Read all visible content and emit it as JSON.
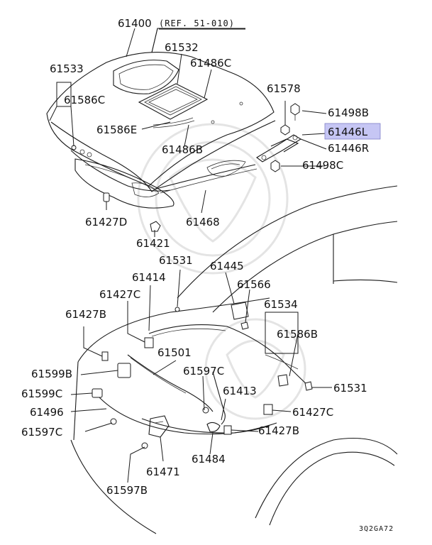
{
  "reference_note": "(REF. 51-010)",
  "diagram_code": "3Q2GA72",
  "highlight_color": "#c6c6f4",
  "parts": {
    "p61400": "61400",
    "p61532": "61532",
    "p61486C": "61486C",
    "p61533": "61533",
    "p61586C": "61586C",
    "p61586E": "61586E",
    "p61486B": "61486B",
    "p61578": "61578",
    "p61498B": "61498B",
    "p61446L": "61446L",
    "p61446R": "61446R",
    "p61498C": "61498C",
    "p61427D": "61427D",
    "p61468": "61468",
    "p61421": "61421",
    "p61531_top": "61531",
    "p61445": "61445",
    "p61414": "61414",
    "p61566": "61566",
    "p61427C_left": "61427C",
    "p61534": "61534",
    "p61427B_left": "61427B",
    "p61586B": "61586B",
    "p61501": "61501",
    "p61599B": "61599B",
    "p61597C_mid": "61597C",
    "p61599C": "61599C",
    "p61531_right": "61531",
    "p61413": "61413",
    "p61496": "61496",
    "p61427C_right": "61427C",
    "p61597C_left": "61597C",
    "p61427B_right": "61427B",
    "p61471": "61471",
    "p61484": "61484",
    "p61597B": "61597B"
  }
}
